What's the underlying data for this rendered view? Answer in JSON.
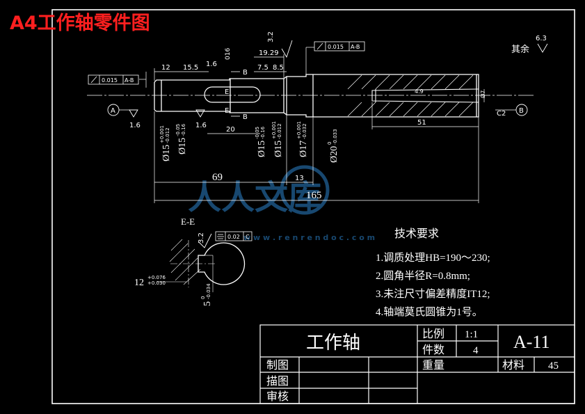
{
  "header": {
    "title": "A4工作轴零件图"
  },
  "surface_note": {
    "label": "其余",
    "roughness": "6.3"
  },
  "roughness_marks": {
    "top": "3.2",
    "bottom_left": "1.6",
    "bottom_mid": "1.6",
    "shoulder": "1.6",
    "section": "3.2"
  },
  "tolerances": {
    "runout_left": {
      "value": "0.015",
      "datum": "A-B"
    },
    "runout_right": {
      "value": "0.015",
      "datum": "A-B"
    },
    "symmetry": {
      "value": "0.02",
      "datum": "C"
    }
  },
  "datums": {
    "a": "A",
    "b": "B"
  },
  "section": {
    "title": "E-E",
    "width_dim": "12",
    "width_tol_upper": "+0.076",
    "width_tol_lower": "+0.030",
    "depth_dim": "5",
    "depth_tol_upper": "0",
    "depth_tol_lower": "-0.034"
  },
  "section_marks": {
    "b1": "B",
    "b2": "B",
    "e1": "E",
    "e2": "E"
  },
  "dimensions": {
    "d12": "12",
    "d15_5": "15.5",
    "d1_6": "1.6",
    "d19_29": "19.29",
    "d7_5": "7.5",
    "d8_5": "8.5",
    "d016": "016",
    "d20": "20",
    "d69": "69",
    "d13": "13",
    "d165": "165",
    "d51": "51",
    "d7": "Ø7",
    "d49": "4.9",
    "c2": "C2",
    "phi1": "Ø15",
    "phi1_u": "+0.001",
    "phi1_l": "-0.012",
    "phi2": "Ø15",
    "phi2_u": "-0.05",
    "phi2_l": "-0.16",
    "phi3": "Ø15",
    "phi3_u": "-0.05",
    "phi3_l": "-0.16",
    "phi4": "Ø15",
    "phi4_u": "+0.001",
    "phi4_l": "-0.012",
    "phi5": "Ø17",
    "phi5_u": "+0.001",
    "phi5_l": "-0.032",
    "phi6": "Ø20",
    "phi6_u": "0",
    "phi6_l": "-0.033"
  },
  "requirements": {
    "heading": "技术要求",
    "items": [
      "1.调质处理HB=190～230;",
      "2.圆角半径R=0.8mm;",
      "3.未注尺寸偏差精度IT12;",
      "4.轴端莫氏圆锥为1号。"
    ]
  },
  "title_block": {
    "part_name": "工作轴",
    "scale_label": "比例",
    "scale_value": "1:1",
    "count_label": "件数",
    "count_value": "4",
    "drawing_no": "A-11",
    "weight_label": "重量",
    "material_label": "材料",
    "material_value": "45",
    "drawn_label": "制图",
    "traced_label": "描图",
    "checked_label": "审核"
  },
  "watermark": {
    "brand": "人人文库",
    "url": "w w w . r e n r e n d o c . c o m"
  }
}
